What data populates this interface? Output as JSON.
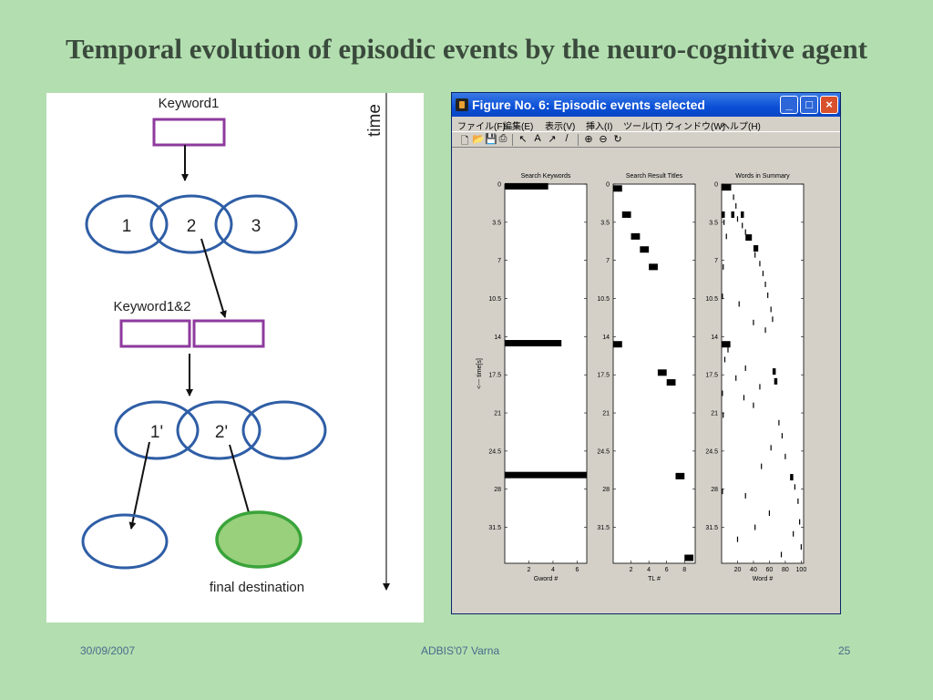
{
  "slide": {
    "title": "Temporal evolution of episodic events by the neuro-cognitive agent",
    "footer_date": "30/09/2007",
    "footer_center": "ADBIS'07 Varna",
    "footer_page": "25"
  },
  "diagram": {
    "keyword1": "Keyword1",
    "time_label": "time",
    "circle1": "1",
    "circle2": "2",
    "circle3": "3",
    "keyword12": "Keyword1&2",
    "circle1p": "1'",
    "circle2p": "2'",
    "final_destination": "final destination",
    "colors": {
      "box": "#8e3a9e",
      "circle": "#2f5ea6",
      "final_fill": "#98d07c",
      "final_stroke": "#3aa33a"
    }
  },
  "window": {
    "title": "Figure No. 6: Episodic events selected",
    "menus": [
      "ファイル(F)",
      "編集(E)",
      "表示(V)",
      "挿入(I)",
      "ツール(T)",
      "ウィンドウ(W)",
      "ヘルプ(H)"
    ],
    "toolbar_icons": [
      "new-file-icon",
      "open-folder-icon",
      "save-icon",
      "print-icon",
      "select-arrow-icon",
      "text-icon",
      "arrow-icon",
      "line-icon",
      "zoom-in-icon",
      "zoom-out-icon",
      "rotate-icon"
    ]
  },
  "chart_data": [
    {
      "type": "bar",
      "title": "Search Keywords",
      "xlabel": "Gword #",
      "ylabel": "<--- time[s]",
      "xticks": [
        "2",
        "4",
        "6"
      ],
      "yticks": [
        "0",
        "3.5",
        "7",
        "10.5",
        "14",
        "17.5",
        "21",
        "24.5",
        "28",
        "31.5"
      ],
      "xlim": [
        0,
        6.8
      ],
      "ylim": [
        0,
        34.8
      ],
      "events": [
        {
          "t": 0.2,
          "x1": 0,
          "x2": 3.6
        },
        {
          "t": 14.6,
          "x1": 0,
          "x2": 4.7
        },
        {
          "t": 26.7,
          "x1": 0,
          "x2": 6.8
        }
      ]
    },
    {
      "type": "scatter",
      "title": "Search Result Titles",
      "xlabel": "TL #",
      "xticks": [
        "2",
        "4",
        "6",
        "8"
      ],
      "yticks": [
        "0",
        "3.5",
        "7",
        "10.5",
        "14",
        "17.5",
        "21",
        "24.5",
        "28",
        "31.5"
      ],
      "xlim": [
        0,
        9.2
      ],
      "ylim": [
        0,
        34.8
      ],
      "events": [
        {
          "t": 0.4,
          "x1": 0,
          "x2": 1
        },
        {
          "t": 2.8,
          "x1": 1,
          "x2": 2
        },
        {
          "t": 4.8,
          "x1": 2,
          "x2": 3
        },
        {
          "t": 6.0,
          "x1": 3,
          "x2": 4
        },
        {
          "t": 7.6,
          "x1": 4,
          "x2": 5
        },
        {
          "t": 14.7,
          "x1": 0,
          "x2": 1
        },
        {
          "t": 17.3,
          "x1": 5,
          "x2": 6
        },
        {
          "t": 18.2,
          "x1": 6,
          "x2": 7
        },
        {
          "t": 26.8,
          "x1": 7,
          "x2": 8
        },
        {
          "t": 34.3,
          "x1": 8,
          "x2": 9
        }
      ]
    },
    {
      "type": "scatter",
      "title": "Words in Summary",
      "xlabel": "Word #",
      "xticks": [
        "20",
        "40",
        "60",
        "80",
        "100"
      ],
      "yticks": [
        "0",
        "3.5",
        "7",
        "10.5",
        "14",
        "17.5",
        "21",
        "24.5",
        "28",
        "31.5"
      ],
      "xlim": [
        0,
        103
      ],
      "ylim": [
        0,
        34.8
      ],
      "events": [
        {
          "t": 0.3,
          "x1": 0,
          "x2": 12
        },
        {
          "t": 2.8,
          "x1": 0,
          "x2": 4
        },
        {
          "t": 2.8,
          "x1": 12,
          "x2": 16
        },
        {
          "t": 2.8,
          "x1": 24,
          "x2": 28
        },
        {
          "t": 4.9,
          "x1": 30,
          "x2": 38
        },
        {
          "t": 5.9,
          "x1": 40,
          "x2": 46
        },
        {
          "t": 14.7,
          "x1": 0,
          "x2": 11
        },
        {
          "t": 17.2,
          "x1": 64,
          "x2": 68
        },
        {
          "t": 18.1,
          "x1": 66,
          "x2": 70
        },
        {
          "t": 26.9,
          "x1": 86,
          "x2": 90
        }
      ],
      "ticks": [
        {
          "t": 1.2,
          "x": 15
        },
        {
          "t": 2.0,
          "x": 18
        },
        {
          "t": 3.2,
          "x": 20
        },
        {
          "t": 3.8,
          "x": 26
        },
        {
          "t": 4.4,
          "x": 30
        },
        {
          "t": 6.5,
          "x": 42
        },
        {
          "t": 7.3,
          "x": 48
        },
        {
          "t": 8.2,
          "x": 52
        },
        {
          "t": 9.2,
          "x": 55
        },
        {
          "t": 10.2,
          "x": 58
        },
        {
          "t": 11.5,
          "x": 62
        },
        {
          "t": 12.4,
          "x": 64
        },
        {
          "t": 3.5,
          "x": 3
        },
        {
          "t": 4.8,
          "x": 6
        },
        {
          "t": 7.6,
          "x": 2
        },
        {
          "t": 10.3,
          "x": 1
        },
        {
          "t": 11.0,
          "x": 22
        },
        {
          "t": 12.7,
          "x": 40
        },
        {
          "t": 13.4,
          "x": 55
        },
        {
          "t": 15.2,
          "x": 8
        },
        {
          "t": 16.1,
          "x": 4
        },
        {
          "t": 16.9,
          "x": 30
        },
        {
          "t": 17.8,
          "x": 18
        },
        {
          "t": 18.6,
          "x": 48
        },
        {
          "t": 19.6,
          "x": 28
        },
        {
          "t": 20.3,
          "x": 40
        },
        {
          "t": 21.2,
          "x": 2
        },
        {
          "t": 21.9,
          "x": 72
        },
        {
          "t": 23.1,
          "x": 76
        },
        {
          "t": 24.2,
          "x": 62
        },
        {
          "t": 25.0,
          "x": 80
        },
        {
          "t": 25.9,
          "x": 50
        },
        {
          "t": 27.8,
          "x": 92
        },
        {
          "t": 28.6,
          "x": 30
        },
        {
          "t": 29.1,
          "x": 96
        },
        {
          "t": 30.2,
          "x": 60
        },
        {
          "t": 31.0,
          "x": 98
        },
        {
          "t": 31.5,
          "x": 42
        },
        {
          "t": 32.1,
          "x": 90
        },
        {
          "t": 32.6,
          "x": 20
        },
        {
          "t": 33.3,
          "x": 100
        },
        {
          "t": 34.0,
          "x": 75
        },
        {
          "t": 28.2,
          "x": 1
        },
        {
          "t": 19.2,
          "x": 1
        }
      ]
    }
  ]
}
